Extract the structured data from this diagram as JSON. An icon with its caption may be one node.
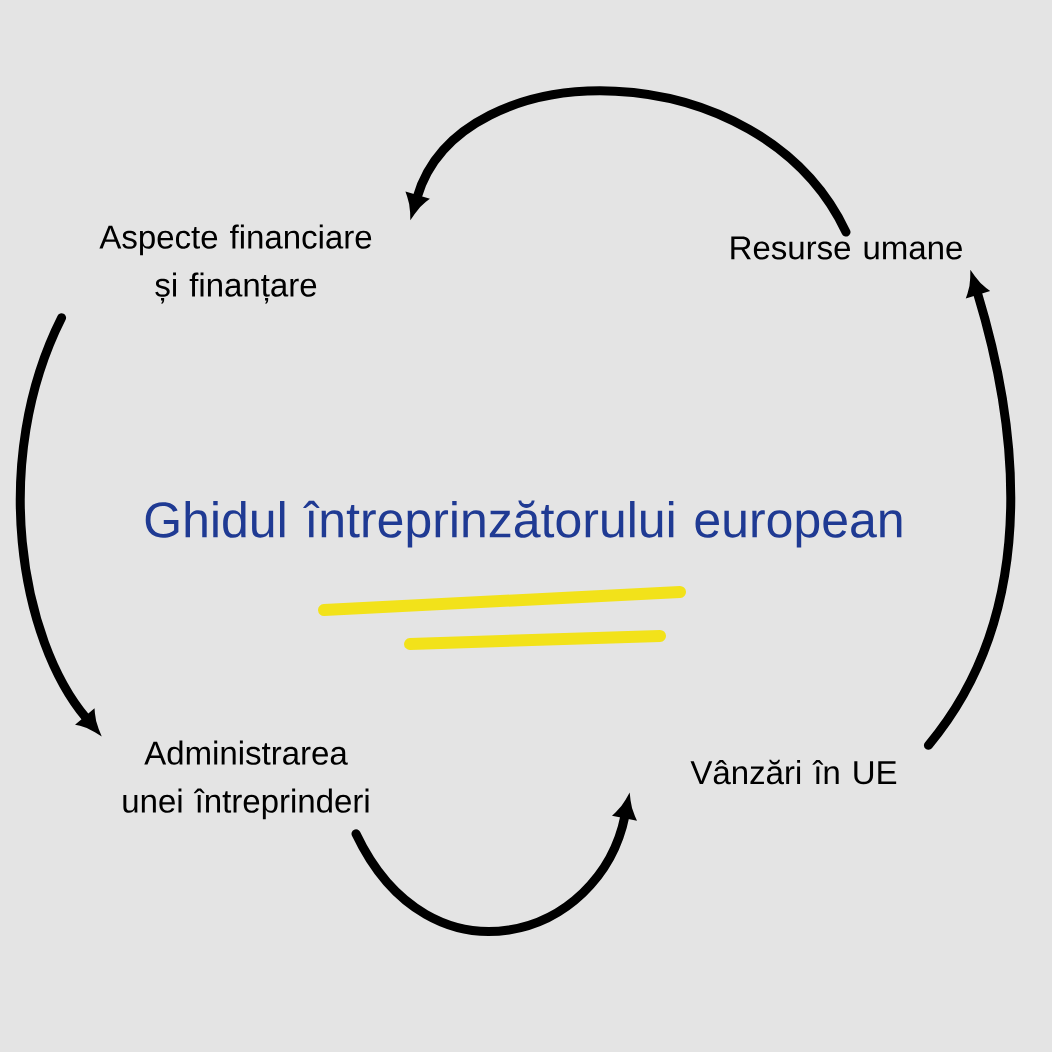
{
  "diagram": {
    "title": "Ghidul întreprinzătorului european",
    "nodes": [
      {
        "text": [
          "Aspecte financiare și finanțare"
        ]
      },
      {
        "text": [
          "Resurse umane"
        ]
      },
      {
        "text": [
          "Administrarea unei întreprinderi"
        ]
      },
      {
        "text": [
          "Vânzări în UE"
        ]
      }
    ],
    "edges": [
      {
        "from": 1,
        "to": 0,
        "arrow": "to"
      },
      {
        "from": 0,
        "to": 2,
        "arrow": "to"
      },
      {
        "from": 2,
        "to": 3,
        "arrow": "to"
      },
      {
        "from": 3,
        "to": 1,
        "arrow": "to"
      }
    ]
  }
}
